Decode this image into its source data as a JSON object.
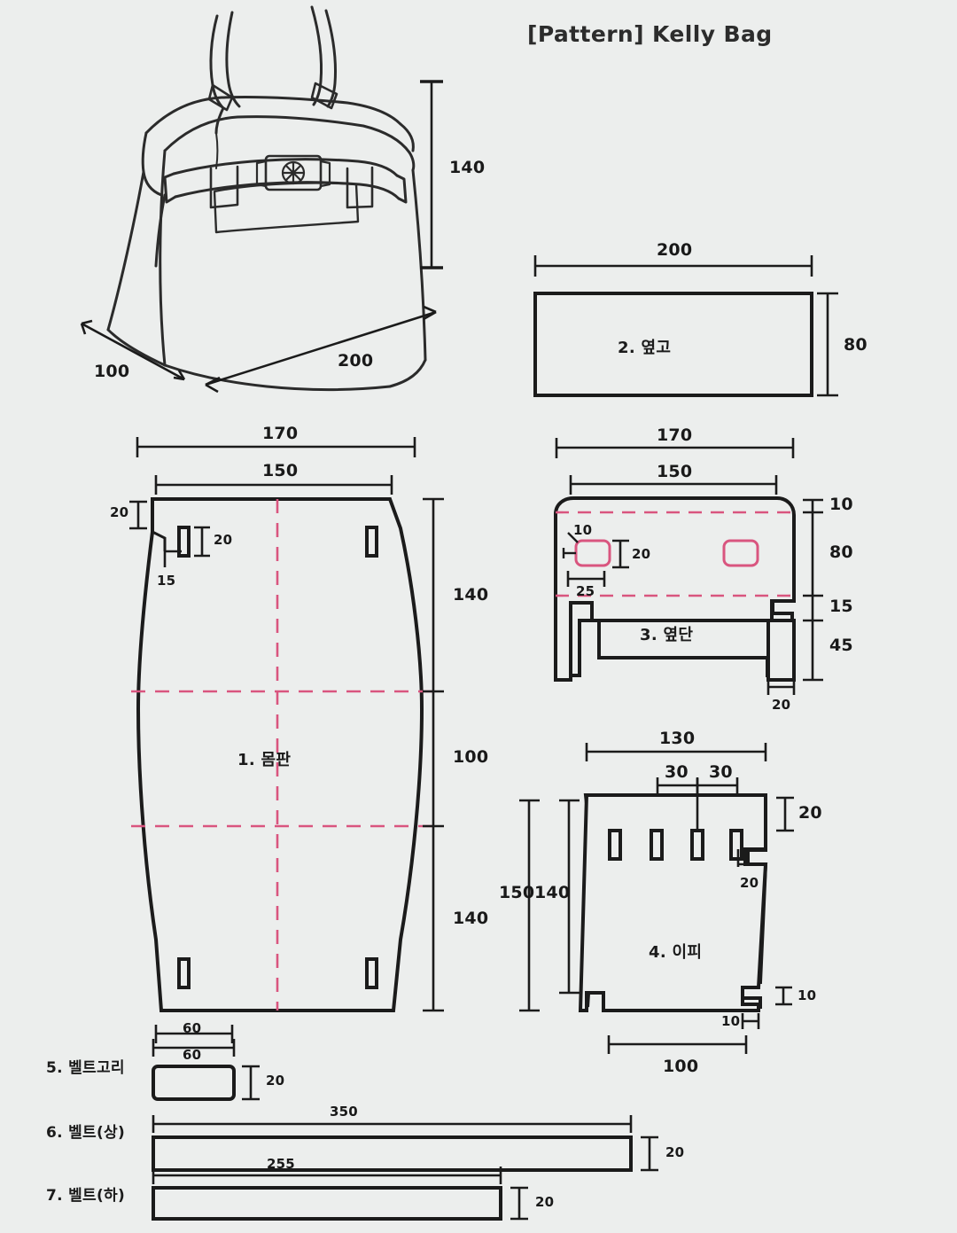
{
  "document": {
    "title": "[Pattern] Kelly Bag",
    "background_color": "#eceeed",
    "ink_color": "#1b1b1b",
    "fold_line_color": "#d9557f"
  },
  "sketch": {
    "name": "kelly-bag-perspective-sketch",
    "dimensions": {
      "height": "140",
      "depth": "100",
      "width": "200"
    }
  },
  "pieces": [
    {
      "number": "1",
      "label": "1. 몸판",
      "dims": {
        "top_outer_width": "170",
        "top_inner_width": "150",
        "top_tab_height": "20",
        "slot_height": "20",
        "notch": "15",
        "upper_section": "140",
        "middle_section": "100",
        "lower_section": "140",
        "bottom_width": "60"
      }
    },
    {
      "number": "2",
      "label": "2. 옆고",
      "dims": {
        "width": "200",
        "height": "80"
      }
    },
    {
      "number": "3",
      "label": "3. 옆단",
      "dims": {
        "outer_width": "170",
        "inner_width": "150",
        "top_seam": "10",
        "body_height": "80",
        "mid_seam": "15",
        "tab_height": "45",
        "tab_width": "20",
        "hole_offset_left": "25",
        "hole_corner": "10",
        "hole_height": "20"
      }
    },
    {
      "number": "4",
      "label": "4. 이피",
      "dims": {
        "top_width": "130",
        "half_left": "30",
        "half_right": "30",
        "top_seam": "20",
        "side_notch": "20",
        "total_height_outer": "150",
        "total_height_inner": "140",
        "bottom_step_height": "10",
        "bottom_step_width": "10",
        "bottom_width": "100"
      }
    },
    {
      "number": "5",
      "label": "5. 벨트고리",
      "dims": {
        "length": "60",
        "height": "20"
      }
    },
    {
      "number": "6",
      "label": "6. 벨트(상)",
      "dims": {
        "length": "350",
        "height": "20"
      }
    },
    {
      "number": "7",
      "label": "7. 벨트(하)",
      "dims": {
        "length": "255",
        "height": "20"
      }
    }
  ],
  "annotations": {
    "sketch_h": "140",
    "sketch_d": "100",
    "sketch_w": "200",
    "p2_w": "200",
    "p2_h": "80",
    "p1_170": "170",
    "p1_150": "150",
    "p1_20a": "20",
    "p1_20b": "20",
    "p1_15": "15",
    "p1_140top": "140",
    "p1_100": "100",
    "p1_140bot": "140",
    "p1_60": "60",
    "p3_170": "170",
    "p3_150": "150",
    "p3_10": "10",
    "p3_80": "80",
    "p3_15": "15",
    "p3_45": "45",
    "p3_20bot": "20",
    "p3_hole10": "10",
    "p3_hole20": "20",
    "p3_25": "25",
    "p4_130": "130",
    "p4_30a": "30",
    "p4_30b": "30",
    "p4_20top": "20",
    "p4_20side": "20",
    "p4_150": "150",
    "p4_140": "140",
    "p4_10right": "10",
    "p4_10bottom": "10",
    "p4_100": "100",
    "p5_60": "60",
    "p5_20": "20",
    "p6_350": "350",
    "p6_20": "20",
    "p7_255": "255",
    "p7_20": "20"
  }
}
